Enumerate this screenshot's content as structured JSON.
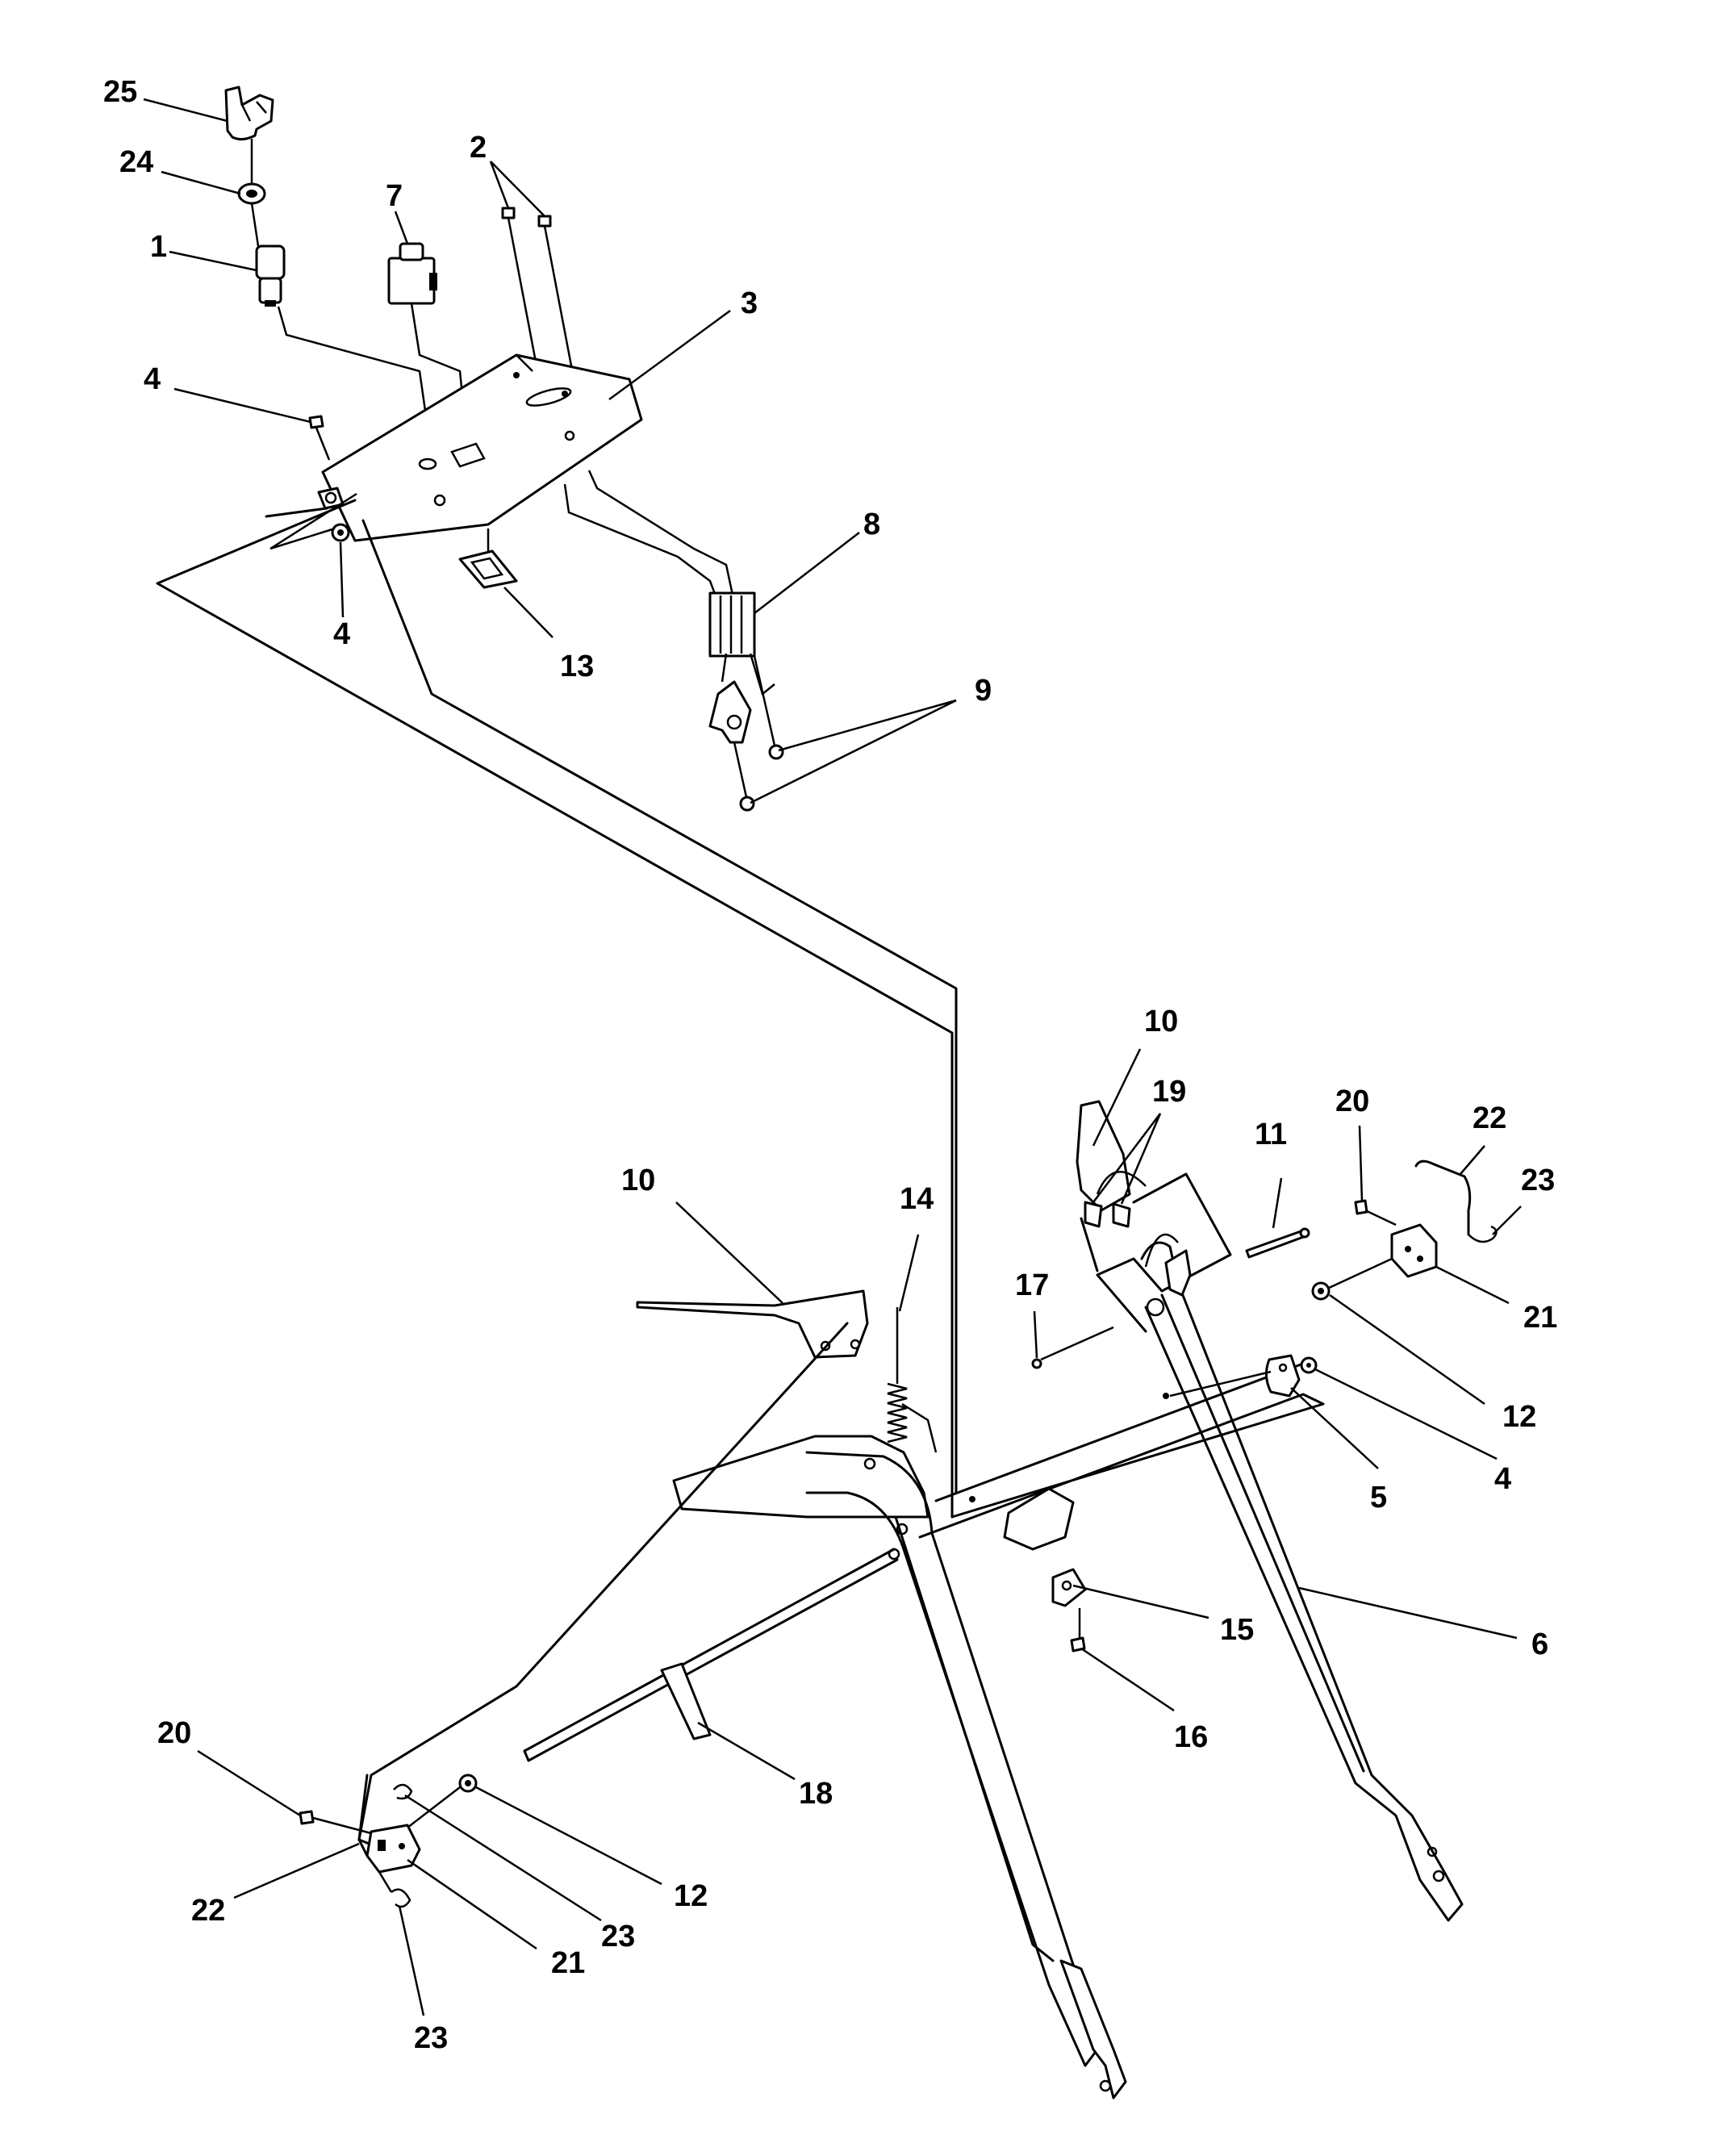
{
  "callouts": [
    {
      "id": "c25",
      "label": "25"
    },
    {
      "id": "c24",
      "label": "24"
    },
    {
      "id": "c1",
      "label": "1"
    },
    {
      "id": "c7",
      "label": "7"
    },
    {
      "id": "c2",
      "label": "2"
    },
    {
      "id": "c3",
      "label": "3"
    },
    {
      "id": "c4a",
      "label": "4"
    },
    {
      "id": "c4b",
      "label": "4"
    },
    {
      "id": "c13",
      "label": "13"
    },
    {
      "id": "c8",
      "label": "8"
    },
    {
      "id": "c9",
      "label": "9"
    },
    {
      "id": "c10a",
      "label": "10"
    },
    {
      "id": "c19",
      "label": "19"
    },
    {
      "id": "c11",
      "label": "11"
    },
    {
      "id": "c20a",
      "label": "20"
    },
    {
      "id": "c22a",
      "label": "22"
    },
    {
      "id": "c23a",
      "label": "23"
    },
    {
      "id": "c10b",
      "label": "10"
    },
    {
      "id": "c14",
      "label": "14"
    },
    {
      "id": "c17",
      "label": "17"
    },
    {
      "id": "c21a",
      "label": "21"
    },
    {
      "id": "c12a",
      "label": "12"
    },
    {
      "id": "c5",
      "label": "5"
    },
    {
      "id": "c4c",
      "label": "4"
    },
    {
      "id": "c15",
      "label": "15"
    },
    {
      "id": "c6",
      "label": "6"
    },
    {
      "id": "c16",
      "label": "16"
    },
    {
      "id": "c18",
      "label": "18"
    },
    {
      "id": "c20b",
      "label": "20"
    },
    {
      "id": "c12b",
      "label": "12"
    },
    {
      "id": "c22b",
      "label": "22"
    },
    {
      "id": "c23b",
      "label": "23"
    },
    {
      "id": "c21b",
      "label": "21"
    },
    {
      "id": "c23c",
      "label": "23"
    }
  ]
}
